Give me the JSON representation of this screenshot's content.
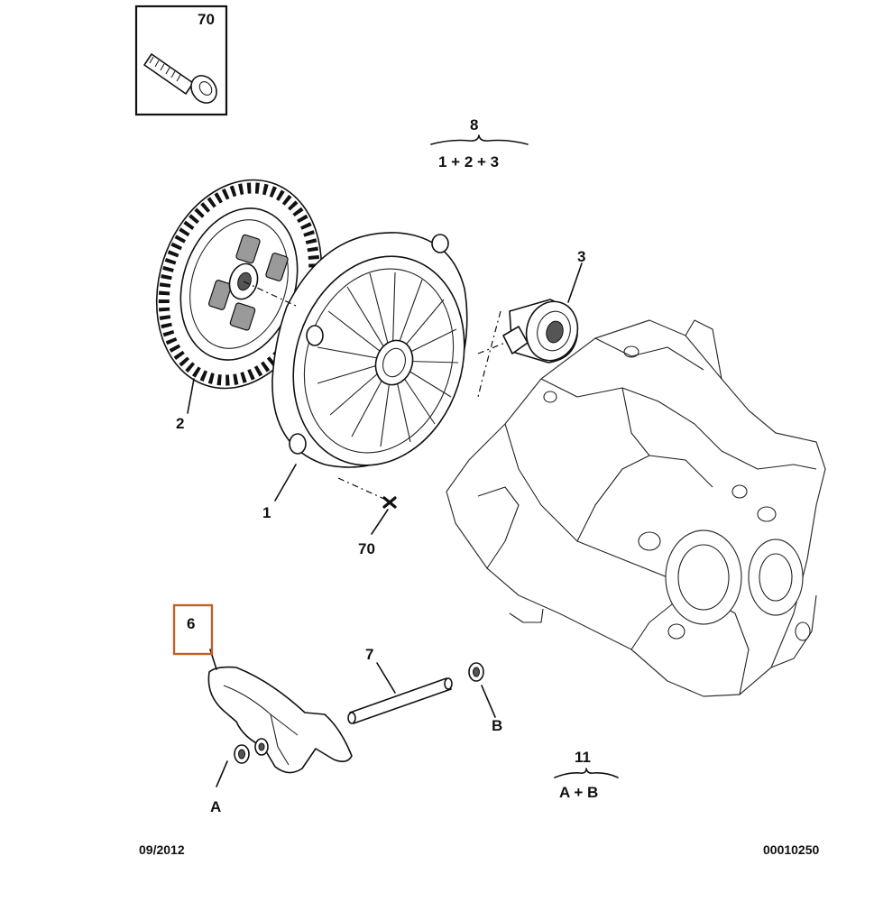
{
  "callouts": {
    "bolt_box": "70",
    "group_top_number": "8",
    "group_top_parts": "1 + 2 + 3",
    "release_bearing": "3",
    "clutch_disc": "2",
    "pressure_plate": "1",
    "bolt": "70",
    "fork": "6",
    "shaft": "7",
    "bushing_b": "B",
    "bushing_a": "A",
    "group_bottom_number": "11",
    "group_bottom_parts": "A + B"
  },
  "footer": {
    "date": "09/2012",
    "reference": "00010250"
  },
  "highlight_color": "#c0602a"
}
